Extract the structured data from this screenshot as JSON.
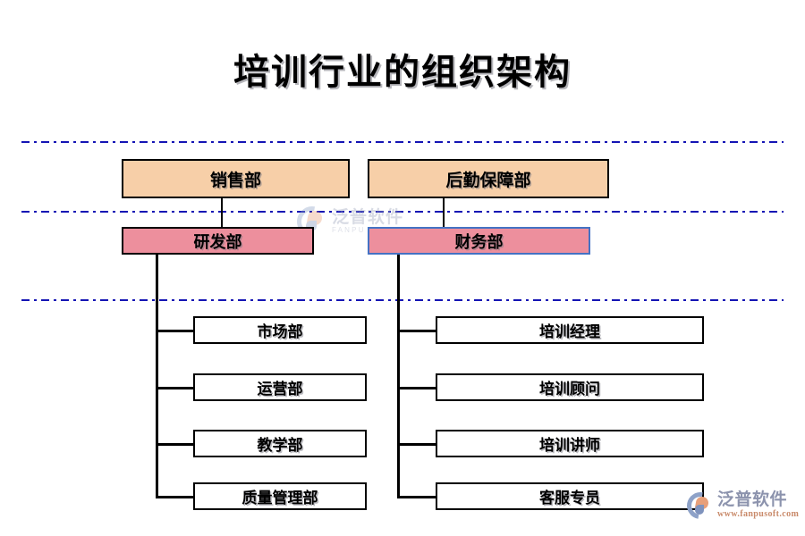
{
  "title": "培训行业的组织架构",
  "levels": [
    {
      "name": "level-1",
      "nodes": [
        {
          "label": "销售部",
          "style": "peach"
        },
        {
          "label": "后勤保障部",
          "style": "peach"
        }
      ]
    },
    {
      "name": "level-2",
      "nodes": [
        {
          "label": "研发部",
          "style": "pink"
        },
        {
          "label": "财务部",
          "style": "pink-blue-border"
        }
      ]
    },
    {
      "name": "level-3",
      "left_branch": [
        {
          "label": "市场部"
        },
        {
          "label": "运营部"
        },
        {
          "label": "教学部"
        },
        {
          "label": "质量管理部"
        }
      ],
      "right_branch": [
        {
          "label": "培训经理"
        },
        {
          "label": "培训顾问"
        },
        {
          "label": "培训讲师"
        },
        {
          "label": "客服专员"
        }
      ]
    }
  ],
  "watermarks": {
    "center": {
      "brand_cn": "泛普软件",
      "brand_en": "FANPU SOFTWARE"
    },
    "corner": {
      "brand_cn": "泛普软件",
      "url": "www.fanpusoft.com"
    }
  },
  "colors": {
    "peach_fill": "#f7cfa8",
    "pink_fill": "#ed8f9d",
    "leaf_fill": "#ffffff",
    "border_black": "#000000",
    "border_blue": "#4472c4",
    "divider_blue": "#1414b4",
    "background": "#ffffff"
  }
}
